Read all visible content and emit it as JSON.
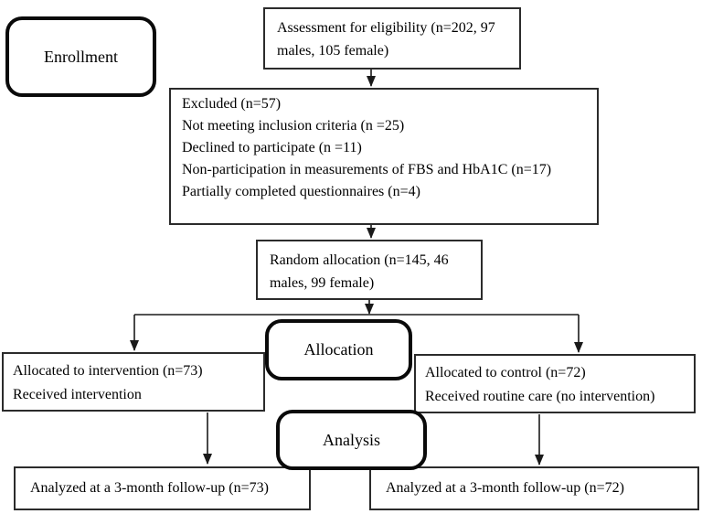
{
  "stages": {
    "enrollment": "Enrollment",
    "allocation": "Allocation",
    "analysis": "Analysis"
  },
  "boxes": {
    "assessment": "Assessment for eligibility (n=202, 97 males, 105 female)",
    "excluded_lines": [
      "Excluded (n=57)",
      "Not meeting inclusion criteria (n =25)",
      "Declined to participate (n =11)",
      "Non-participation in measurements of FBS and HbA1C (n=17)",
      "Partially completed questionnaires (n=4)"
    ],
    "random_allocation": "Random allocation (n=145, 46 males, 99 female)",
    "intervention_lines": [
      "Allocated to intervention (n=73)",
      "Received intervention"
    ],
    "control_lines": [
      "Allocated to control (n=72)",
      "Received routine care (no intervention)"
    ],
    "analyzed_intervention": "Analyzed at a 3-month follow-up (n=73)",
    "analyzed_control": "Analyzed at a 3-month follow-up (n=72)"
  },
  "colors": {
    "line": "#1a1a1a",
    "border": "#2b2b2b",
    "rounded_border": "#0a0a0a",
    "background": "#ffffff"
  }
}
